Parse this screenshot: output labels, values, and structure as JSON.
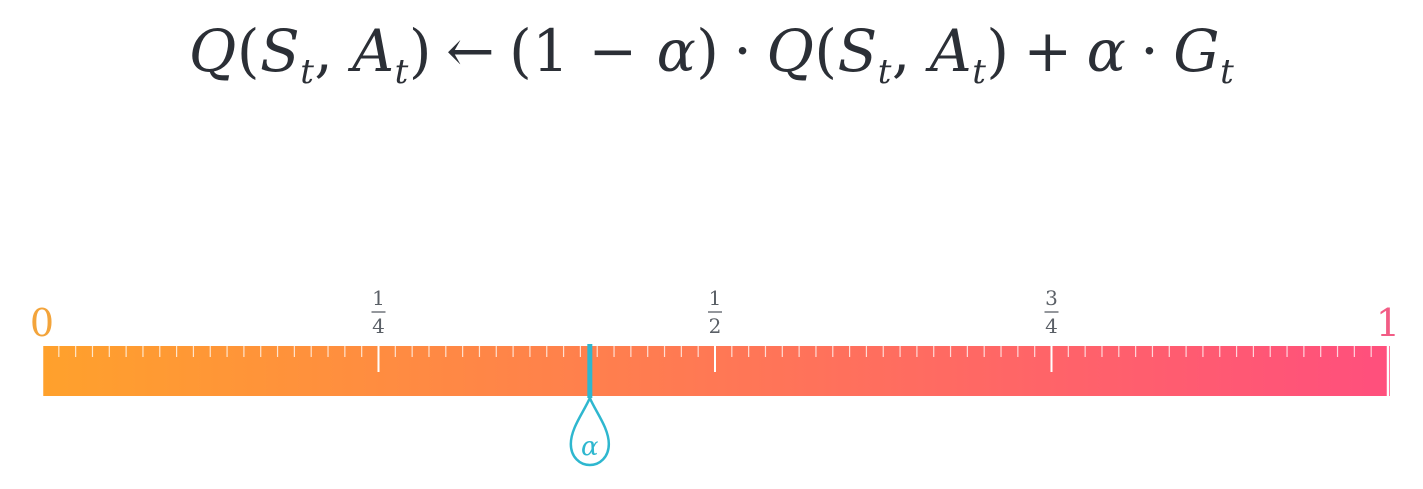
{
  "formula": {
    "q1": "Q",
    "open1": "(",
    "s1": "S",
    "t1": "t",
    "comma1": ", ",
    "a1": "A",
    "t2": "t",
    "close1": ")",
    "arrow": "←",
    "paren_open": "(1 − ",
    "alpha1": "α",
    "paren_close": ")",
    "dot1": "·",
    "q2": "Q",
    "open2": "(",
    "s2": "S",
    "t3": "t",
    "comma2": ", ",
    "a2": "A",
    "t4": "t",
    "close2": ")",
    "plus": "+",
    "alpha2": "α",
    "dot2": "·",
    "g": "G",
    "t5": "t"
  },
  "scale": {
    "min_label": "0",
    "max_label": "1",
    "fractions": [
      {
        "value": 0.25,
        "num": "1",
        "den": "4"
      },
      {
        "value": 0.5,
        "num": "1",
        "den": "2"
      },
      {
        "value": 0.75,
        "num": "3",
        "den": "4"
      }
    ],
    "minor_ticks_per_unit": 80,
    "gradient_start_color": "#ffa12c",
    "gradient_end_color": "#ff4f7d",
    "end_label_color_left": "#f3a43b",
    "end_label_color_right": "#f25c85"
  },
  "marker": {
    "label": "α",
    "value": 0.407,
    "color": "#2eb7cf"
  }
}
